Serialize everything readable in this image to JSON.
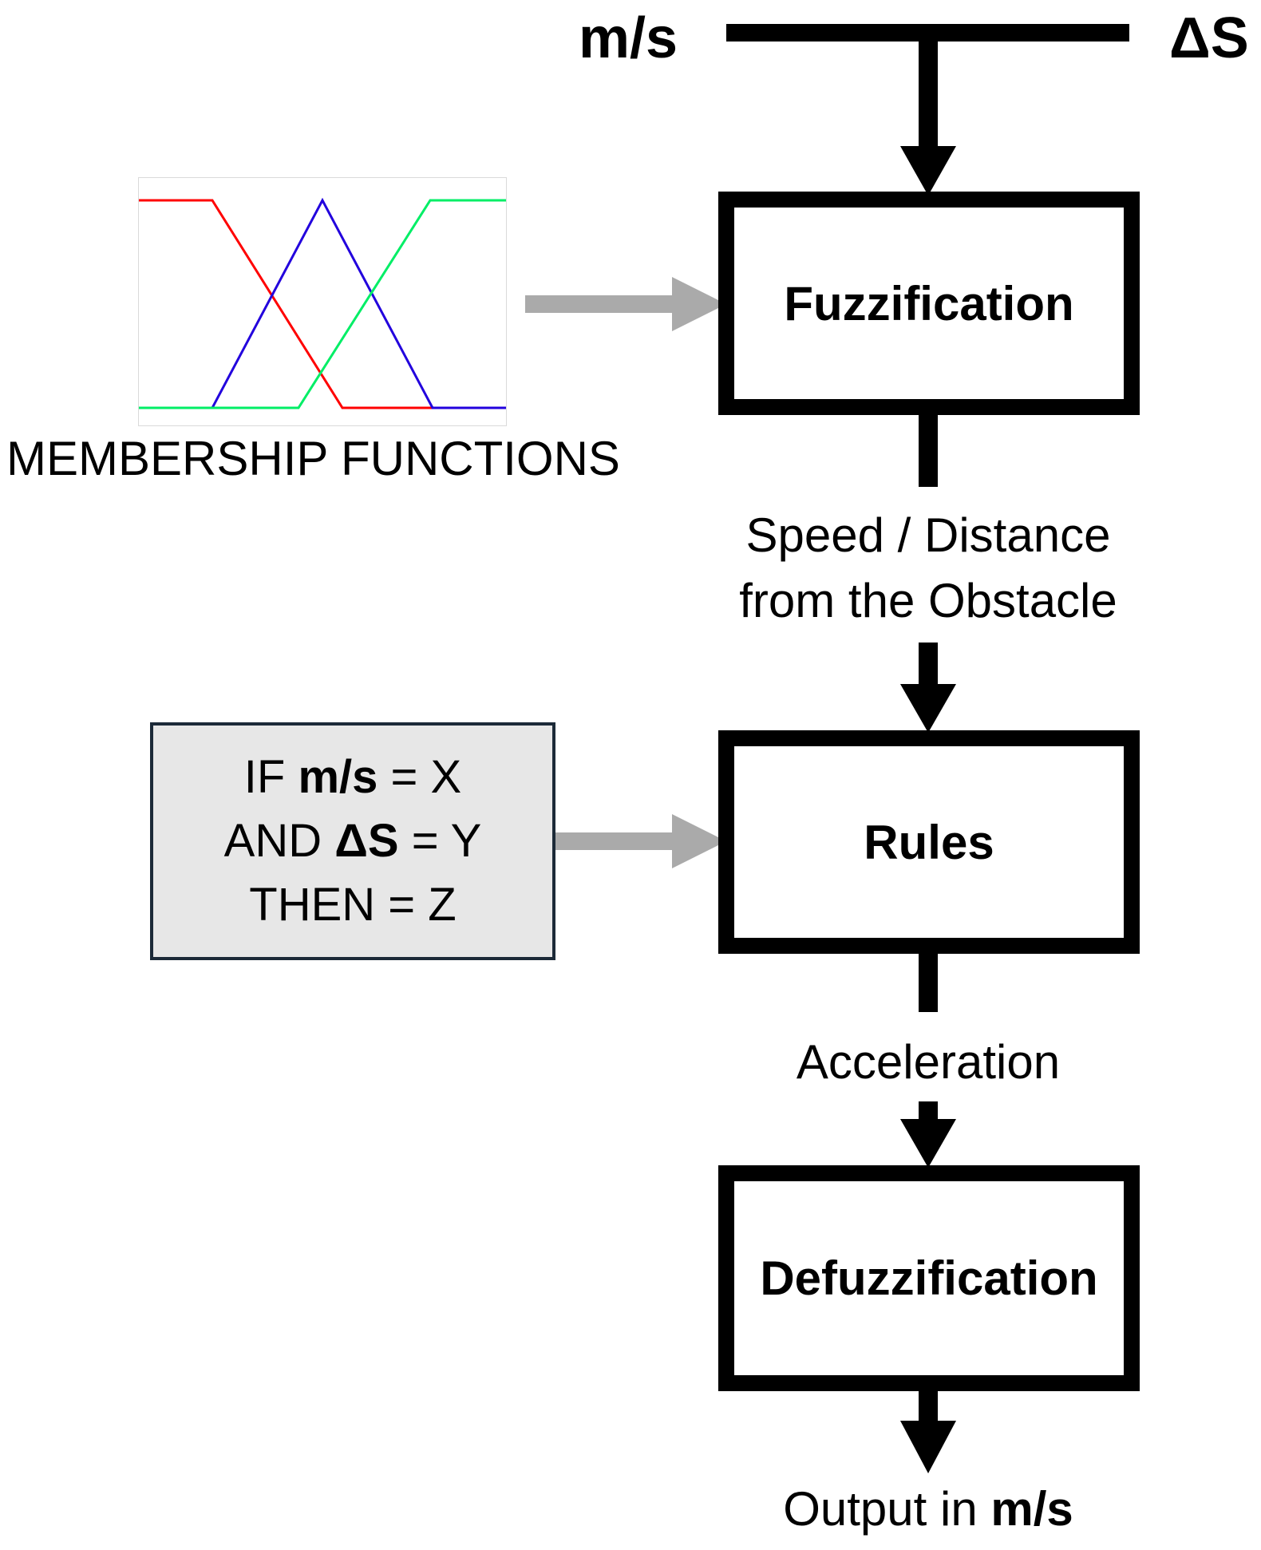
{
  "inputs": {
    "speed_label": "m/s",
    "distance_label": "ΔS"
  },
  "stages": {
    "fuzzification": "Fuzzification",
    "rules": "Rules",
    "defuzzification": "Defuzzification"
  },
  "intermediate": {
    "speed_distance_line1": "Speed / Distance",
    "speed_distance_line2": "from the Obstacle",
    "acceleration": "Acceleration"
  },
  "output": {
    "prefix": "Output in ",
    "unit": "m/s"
  },
  "membership": {
    "caption": "MEMBERSHIP FUNCTIONS",
    "colors": {
      "low": "#ff0000",
      "medium": "#2200dd",
      "high": "#00ee66"
    }
  },
  "rules_box": {
    "line1": {
      "keyword": "IF ",
      "variable": "m/s",
      "rest": " = X"
    },
    "line2": {
      "keyword": "AND ",
      "variable": "ΔS",
      "rest": " = Y"
    },
    "line3": {
      "text": "THEN = Z"
    }
  },
  "colors": {
    "arrow_main": "#000000",
    "arrow_side": "#aaaaaa",
    "rules_fill": "#e7e7e7"
  }
}
